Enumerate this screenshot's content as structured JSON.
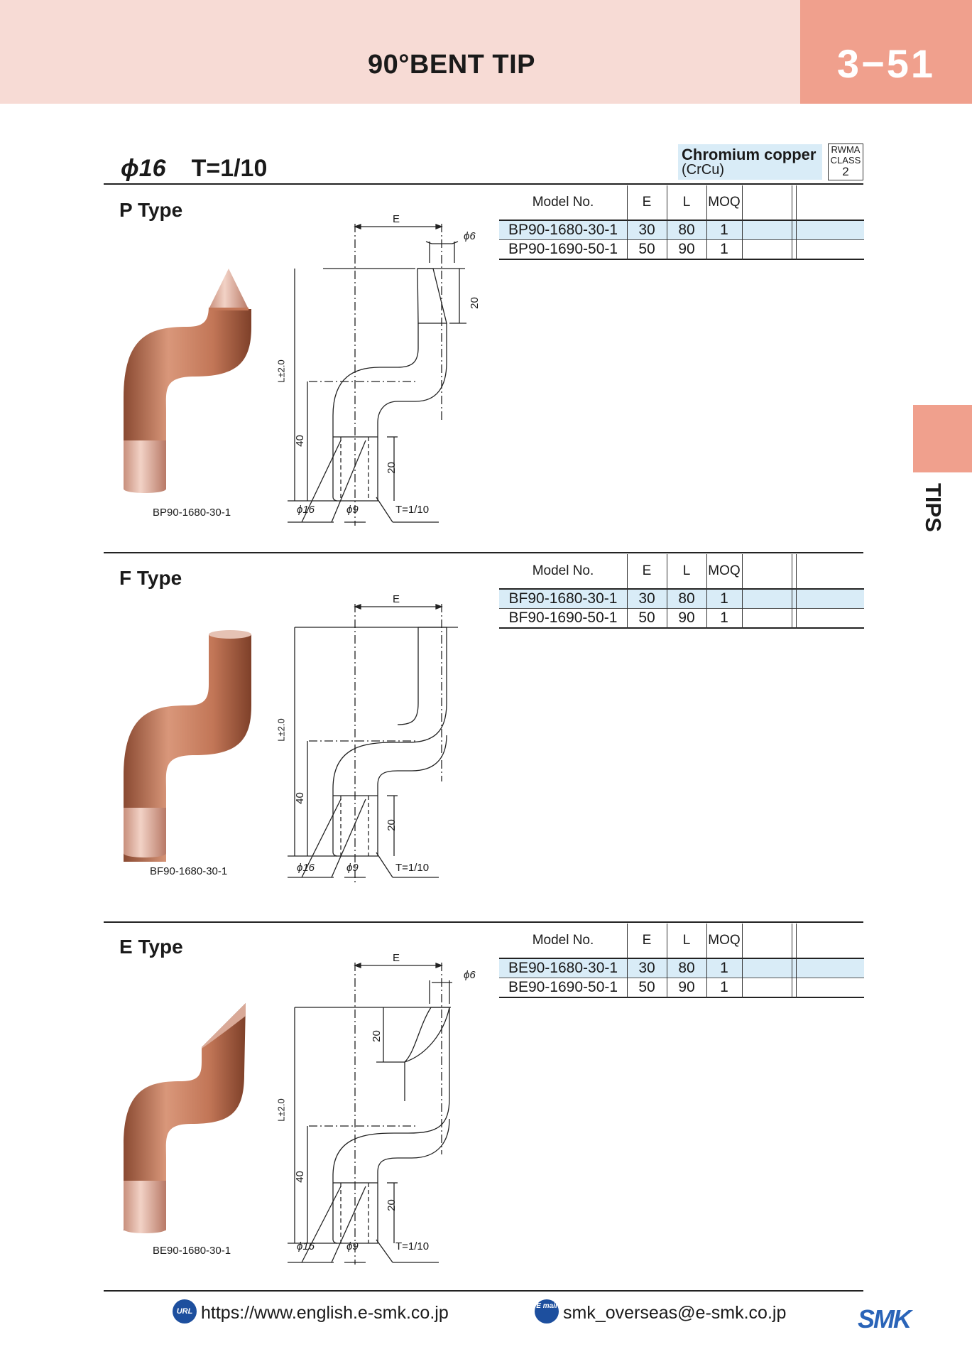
{
  "header": {
    "title": "90°BENT TIP",
    "page_number": "3−51"
  },
  "side_tab": {
    "label": "TIPS"
  },
  "spec": {
    "diameter": "ϕ16",
    "taper": "T=1/10"
  },
  "material": {
    "name": "Chromium copper",
    "code": "(CrCu)",
    "rwma_line1": "RWMA",
    "rwma_line2": "CLASS",
    "rwma_class": "2"
  },
  "table_headers": {
    "model": "Model No.",
    "e": "E",
    "l": "L",
    "moq": "MOQ"
  },
  "dim_labels": {
    "e": "E",
    "phi6": "ϕ6",
    "d20": "20",
    "l_tol": "L±2.0",
    "d40": "40",
    "phi16": "ϕ16",
    "phi9": "ϕ9",
    "taper": "T=1/10"
  },
  "sections": [
    {
      "title": "P Type",
      "caption": "BP90-1680-30-1",
      "rows": [
        {
          "model": "BP90-1680-30-1",
          "e": "30",
          "l": "80",
          "moq": "1"
        },
        {
          "model": "BP90-1690-50-1",
          "e": "50",
          "l": "90",
          "moq": "1"
        }
      ]
    },
    {
      "title": "F Type",
      "caption": "BF90-1680-30-1",
      "rows": [
        {
          "model": "BF90-1680-30-1",
          "e": "30",
          "l": "80",
          "moq": "1"
        },
        {
          "model": "BF90-1690-50-1",
          "e": "50",
          "l": "90",
          "moq": "1"
        }
      ]
    },
    {
      "title": "E Type",
      "caption": "BE90-1680-30-1",
      "rows": [
        {
          "model": "BE90-1680-30-1",
          "e": "30",
          "l": "80",
          "moq": "1"
        },
        {
          "model": "BE90-1690-50-1",
          "e": "50",
          "l": "90",
          "moq": "1"
        }
      ]
    }
  ],
  "footer": {
    "url_badge": "URL",
    "url": "https://www.english.e-smk.co.jp",
    "mail_badge": "E mail",
    "email": "smk_overseas@e-smk.co.jp",
    "logo": "SMK"
  },
  "colors": {
    "header_bg": "#f7dbd5",
    "accent": "#f0a08d",
    "highlight": "#d9ecf7",
    "copper": "#c27657"
  }
}
